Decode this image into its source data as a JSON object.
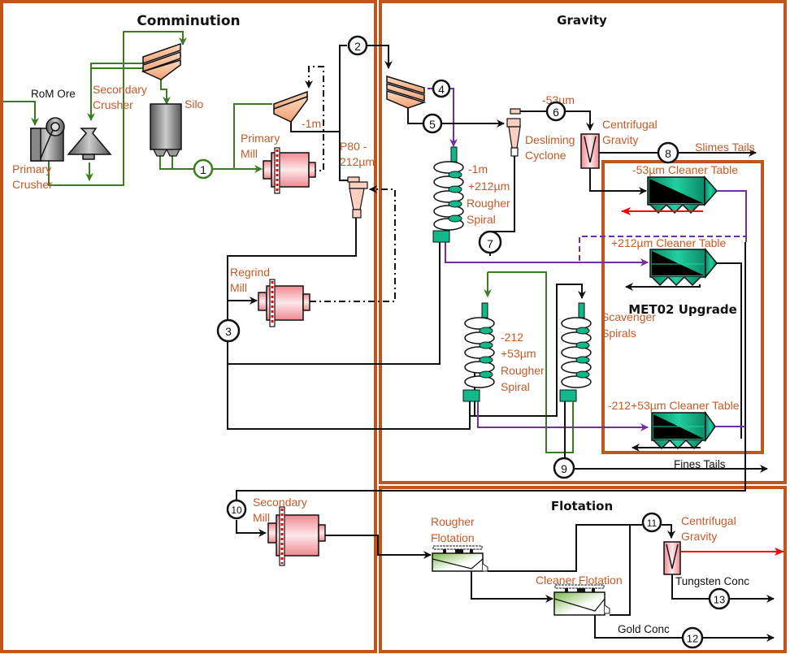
{
  "sections": {
    "comminution": "Comminution",
    "gravity": "Gravity",
    "flotation": "Flotation",
    "upgrade": "MET02 Upgrade"
  },
  "colors": {
    "frame": "#c0561b",
    "label": "#c55a28",
    "green_stream": "#3a7d22",
    "purple_stream": "#7030a0",
    "red_stream": "#ff0000",
    "equipment_teal": "#10b88a",
    "mill_pink": "#f4a0a8"
  },
  "equipment": {
    "rom_ore": "RoM Ore",
    "primary_crusher": [
      "Primary",
      "Crusher"
    ],
    "secondary_crusher": [
      "Secondary",
      "Crusher"
    ],
    "silo": "Silo",
    "primary_mill": [
      "Primary",
      "Mill"
    ],
    "screen_1m": "-1m",
    "p80": [
      "P80 -",
      "212µm"
    ],
    "regrind_mill": [
      "Regrind",
      "Mill"
    ],
    "secondary_mill": [
      "Secondary",
      "Mill"
    ],
    "minus53": "-53µm",
    "desliming_cyclone": [
      "Desliming",
      "Cyclone"
    ],
    "centrifugal_gravity": [
      "Centrifugal",
      "Gravity"
    ],
    "slimes_tails": "Slimes Tails",
    "rougher_spiral_1": [
      "-1m",
      "+212µm",
      "Rougher",
      "Spiral"
    ],
    "rougher_spiral_2": [
      "-212",
      "+53µm",
      "Rougher",
      "Spiral"
    ],
    "scavenger_spirals": [
      "Scavenger",
      "Spirals"
    ],
    "cleaner_table_53": "-53µm Cleaner Table",
    "cleaner_table_212": "+212µm Cleaner Table",
    "cleaner_table_mid": "-212+53µm Cleaner Table",
    "fines_tails": "Fines Tails",
    "rougher_flotation": [
      "Rougher",
      "Flotation"
    ],
    "cleaner_flotation": "Cleaner Flotation",
    "centrifugal_gravity_2": [
      "Centrifugal",
      "Gravity"
    ],
    "tungsten_conc": "Tungsten Conc",
    "gold_conc": "Gold Conc"
  },
  "streams": [
    "1",
    "2",
    "3",
    "4",
    "5",
    "6",
    "7",
    "8",
    "9",
    "10",
    "11",
    "12",
    "13"
  ]
}
